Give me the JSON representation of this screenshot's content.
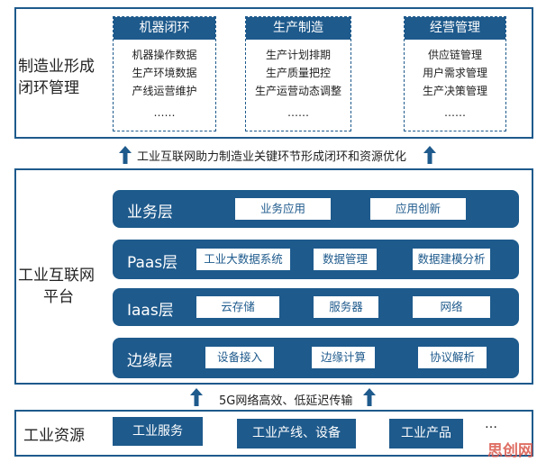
{
  "top": {
    "title_line1": "制造业形成",
    "title_line2": "闭环管理",
    "modules": [
      {
        "title": "机器闭环",
        "items": [
          "机器操作数据",
          "生产环境数据",
          "产线运营维护",
          "……"
        ]
      },
      {
        "title": "生产制造",
        "items": [
          "生产计划排期",
          "生产质量把控",
          "生产运营动态调整",
          "……"
        ]
      },
      {
        "title": "经营管理",
        "items": [
          "供应链管理",
          "用户需求管理",
          "生产决策管理",
          "……"
        ]
      }
    ]
  },
  "arrow_text_top": "工业互联网助力制造业关键环节形成闭环和资源优化",
  "platform": {
    "title_line1": "工业互联网",
    "title_line2": "平台",
    "layers": [
      {
        "name": "业务层",
        "chips": [
          "业务应用",
          "应用创新"
        ]
      },
      {
        "name": "Paas层",
        "chips": [
          "工业大数据系统",
          "数据管理",
          "数据建模分析"
        ]
      },
      {
        "name": "Iaas层",
        "chips": [
          "云存储",
          "服务器",
          "网络"
        ]
      },
      {
        "name": "边缘层",
        "chips": [
          "设备接入",
          "边缘计算",
          "协议解析"
        ]
      }
    ]
  },
  "arrow_text_bottom": "5G网络高效、低延迟传输",
  "resources": {
    "title": "工业资源",
    "items": [
      "工业服务",
      "工业产线、设备",
      "工业产品"
    ],
    "more": "…"
  },
  "watermark": "思创网",
  "colors": {
    "primary": "#1e5a8c",
    "watermark": "#d9564a"
  }
}
